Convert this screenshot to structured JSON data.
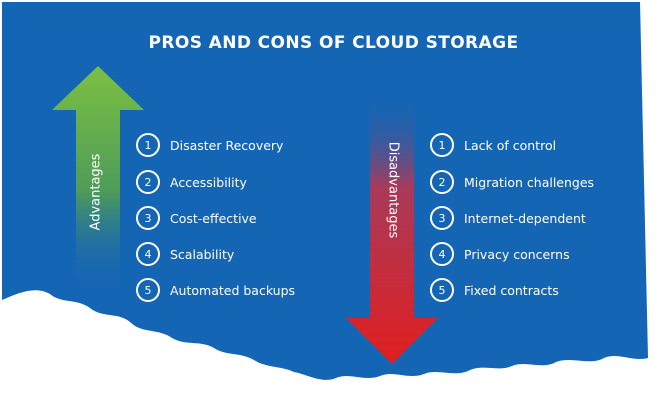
{
  "title": "PROS AND CONS OF CLOUD STORAGE",
  "colors": {
    "background": "#1565b5",
    "pros_arrow_top": "#7bc043",
    "cons_arrow_bottom": "#e01f1f",
    "text": "#ffffff"
  },
  "pros": {
    "label": "Advantages",
    "items": [
      {
        "num": "1",
        "text": "Disaster Recovery"
      },
      {
        "num": "2",
        "text": "Accessibility"
      },
      {
        "num": "3",
        "text": "Cost-effective"
      },
      {
        "num": "4",
        "text": "Scalability"
      },
      {
        "num": "5",
        "text": "Automated backups"
      }
    ]
  },
  "cons": {
    "label": "Disadvantages",
    "items": [
      {
        "num": "1",
        "text": "Lack of control"
      },
      {
        "num": "2",
        "text": "Migration challenges"
      },
      {
        "num": "3",
        "text": "Internet-dependent"
      },
      {
        "num": "4",
        "text": "Privacy concerns"
      },
      {
        "num": "5",
        "text": "Fixed contracts"
      }
    ]
  }
}
